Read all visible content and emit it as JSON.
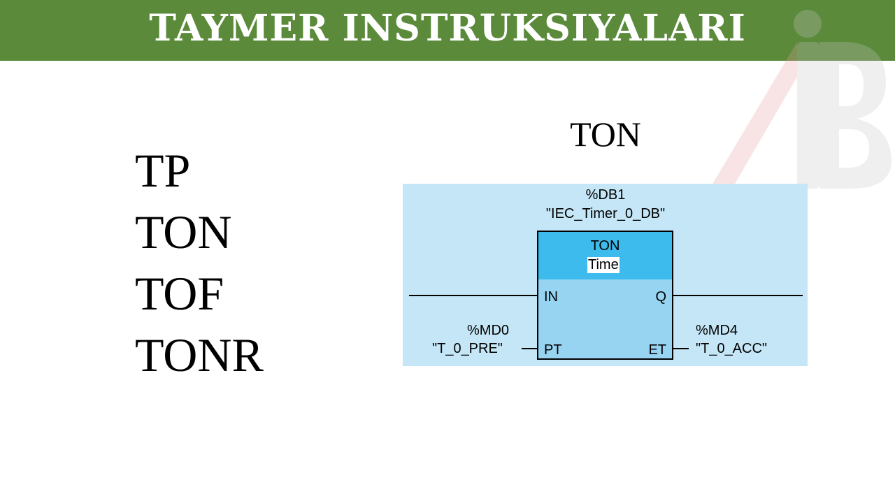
{
  "header": {
    "title": "TAYMER INSTRUKSIYALARI",
    "color": "#5a8a3a"
  },
  "timer_types": [
    "TP",
    "TON",
    "TOF",
    "TONR"
  ],
  "diagram": {
    "title": "TON",
    "instance_address": "%DB1",
    "instance_name": "\"IEC_Timer_0_DB\"",
    "block_type": "TON",
    "block_subtype": "Time",
    "pins": {
      "in": "IN",
      "q": "Q",
      "pt": "PT",
      "et": "ET"
    },
    "pt_address": "%MD0",
    "pt_tag": "\"T_0_PRE\"",
    "et_address": "%MD4",
    "et_tag": "\"T_0_ACC\"",
    "background_color": "#c5e6f6",
    "block_header_color": "#3cbbec",
    "block_body_color": "#97d4f2"
  }
}
